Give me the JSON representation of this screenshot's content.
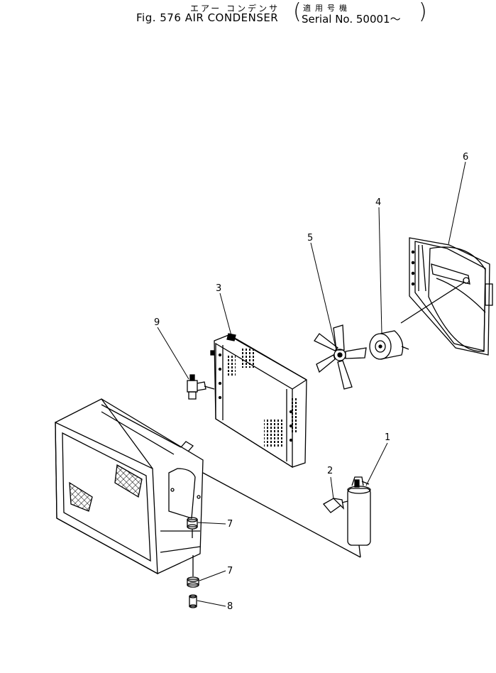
{
  "title": {
    "jp": "エアー コンデンサ",
    "fig": "Fig. 576",
    "name": "AIR CONDENSER",
    "serial_jp": "適用号機",
    "serial": "Serial No. 50001～"
  },
  "callouts": [
    {
      "id": "callout-1",
      "label": "1"
    },
    {
      "id": "callout-2",
      "label": "2"
    },
    {
      "id": "callout-3",
      "label": "3"
    },
    {
      "id": "callout-4",
      "label": "4"
    },
    {
      "id": "callout-5",
      "label": "5"
    },
    {
      "id": "callout-6",
      "label": "6"
    },
    {
      "id": "callout-7a",
      "label": "7"
    },
    {
      "id": "callout-7b",
      "label": "7"
    },
    {
      "id": "callout-8",
      "label": "8"
    },
    {
      "id": "callout-9",
      "label": "9"
    }
  ]
}
